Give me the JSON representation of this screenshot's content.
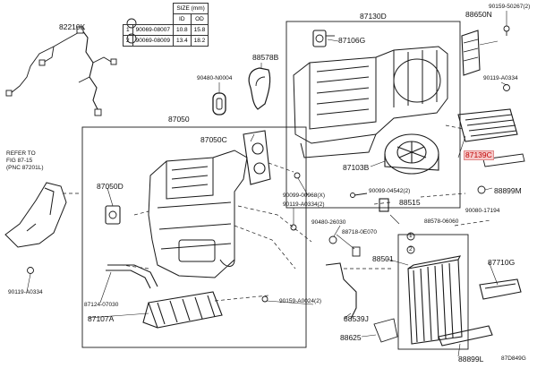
{
  "size_table": {
    "caption": "SIZE (mm)",
    "col_id": "ID",
    "col_od": "OD",
    "rows": [
      {
        "mark": "1",
        "part": "90069-08007",
        "id": "10.8",
        "od": "15.8"
      },
      {
        "mark": "2",
        "part": "90069-08009",
        "id": "13.4",
        "od": "18.2"
      }
    ]
  },
  "note": {
    "line1": "REFER TO",
    "line2": "FIG 87-15",
    "line3": "(PNC 87201L)"
  },
  "parts": {
    "p82210K": "82210K",
    "p87130D": "87130D",
    "p88650N": "88650N",
    "p90159_50267": "90159-50267(2)",
    "p87106G": "87106G",
    "p88578B": "88578B",
    "p90480_N0004": "90480-N0004",
    "p90119_A0334_top": "90119-A0334",
    "p87050": "87050",
    "p87050C": "87050C",
    "p87139C": "87139C",
    "p87103B": "87103B",
    "p88899M": "88899M",
    "p87050D": "87050D",
    "p90099_00968": "90099-00968(X)",
    "p90119_A0334_mid": "90119-A0334(2)",
    "p90099_04542": "90099-04542(2)",
    "p90080_17194": "90080-17194",
    "p88515": "88515",
    "p90480_26030": "90480-26030",
    "p88718_0E070": "88718-0E070",
    "p88578_06060": "88578-06060",
    "p88501": "88501",
    "p87710G": "87710G",
    "p90119_A0334_left": "90119-A0334",
    "p87124_07030": "87124-07030",
    "p87107A": "87107A",
    "p90159_A0024": "90159-A0024(2)",
    "p88539J": "88539J",
    "p88625": "88625",
    "p88899L": "88899L",
    "diagram_code": "87D849G"
  },
  "callouts": {
    "c1": "1",
    "c2": "2"
  },
  "colors": {
    "line": "#1a1a1a",
    "highlight_bg": "#f6c9c9",
    "highlight_text": "#c00000"
  }
}
